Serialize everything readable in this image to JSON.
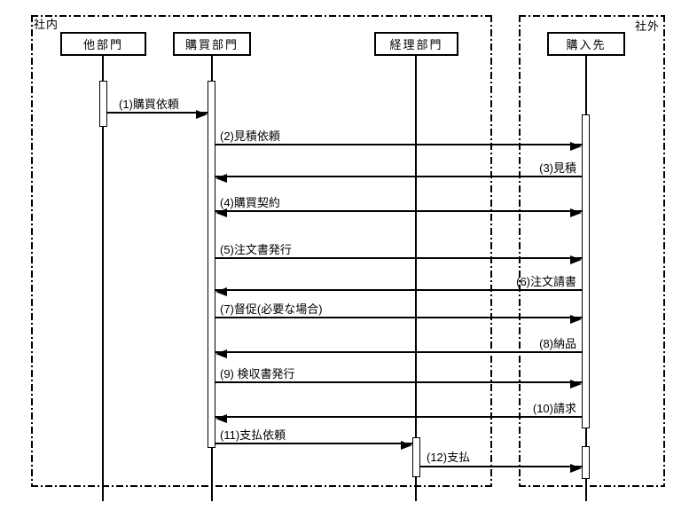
{
  "diagram_type": "sequence-diagram",
  "frames": {
    "internal": {
      "label": "社内"
    },
    "external": {
      "label": "社外"
    }
  },
  "actors": [
    {
      "id": "other-dept",
      "name": "他部門"
    },
    {
      "id": "purchasing-dept",
      "name": "購買部門"
    },
    {
      "id": "accounting-dept",
      "name": "経理部門"
    },
    {
      "id": "supplier",
      "name": "購入先"
    }
  ],
  "messages": [
    {
      "seq": 1,
      "label": "(1)購買依頼",
      "from": "他部門",
      "to": "購買部門",
      "direction": "right"
    },
    {
      "seq": 2,
      "label": "(2)見積依頼",
      "from": "購買部門",
      "to": "購入先",
      "direction": "right"
    },
    {
      "seq": 3,
      "label": "(3)見積",
      "from": "購入先",
      "to": "購買部門",
      "direction": "left"
    },
    {
      "seq": 4,
      "label": "(4)購買契約",
      "from": "購買部門",
      "to": "購入先",
      "direction": "both"
    },
    {
      "seq": 5,
      "label": "(5)注文書発行",
      "from": "購買部門",
      "to": "購入先",
      "direction": "right"
    },
    {
      "seq": 6,
      "label": "(6)注文請書",
      "from": "購入先",
      "to": "購買部門",
      "direction": "left"
    },
    {
      "seq": 7,
      "label": "(7)督促(必要な場合)",
      "from": "購買部門",
      "to": "購入先",
      "direction": "right"
    },
    {
      "seq": 8,
      "label": "(8)納品",
      "from": "購入先",
      "to": "購買部門",
      "direction": "left"
    },
    {
      "seq": 9,
      "label": "(9) 検収書発行",
      "from": "購買部門",
      "to": "購入先",
      "direction": "right"
    },
    {
      "seq": 10,
      "label": "(10)請求",
      "from": "購入先",
      "to": "購買部門",
      "direction": "left"
    },
    {
      "seq": 11,
      "label": "(11)支払依頼",
      "from": "購買部門",
      "to": "経理部門",
      "direction": "right"
    },
    {
      "seq": 12,
      "label": "(12)支払",
      "from": "経理部門",
      "to": "購入先",
      "direction": "right"
    }
  ]
}
